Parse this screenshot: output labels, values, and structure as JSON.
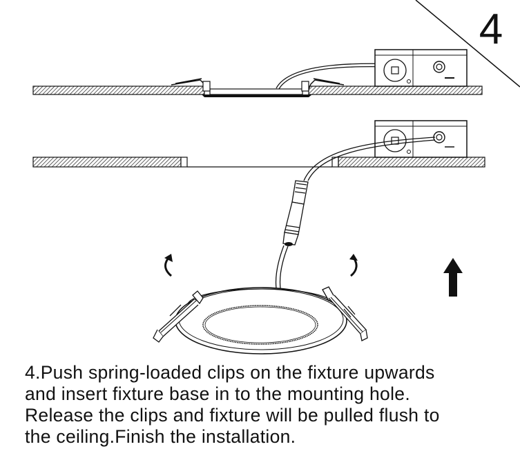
{
  "step": {
    "number": "4"
  },
  "instruction": {
    "lines": [
      "4.Push spring-loaded clips on the fixture upwards",
      "and insert fixture base in to the mounting hole.",
      "Release the clips and fixture will be pulled flush to",
      "the ceiling.Finish the installation."
    ]
  },
  "colors": {
    "ink": "#111111",
    "background": "#ffffff"
  },
  "icons": [
    "up-arrow-icon",
    "curved-arrow-icon"
  ]
}
